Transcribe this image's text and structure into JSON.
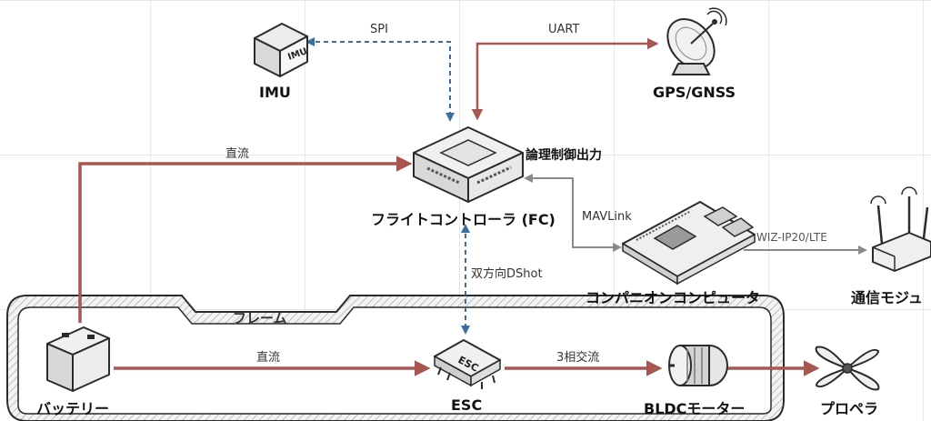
{
  "nodes": {
    "imu": "IMU",
    "gps": "GPS/GNSS",
    "fc": "フライトコントローラ (FC)",
    "fc_note": "論理制御出力",
    "companion": "コンパニオンコンピュータ",
    "comm": "通信モジュ",
    "battery": "バッテリー",
    "esc": "ESC",
    "esc_chip": "ESC",
    "motor": "BLDCモーター",
    "propeller": "プロペラ",
    "imu_chip": "IMU"
  },
  "edges": {
    "spi": "SPI",
    "uart": "UART",
    "dc_fc": "直流",
    "mavlink": "MAVLink",
    "wiz": "WIZ-IP20/LTE",
    "dshot": "双方向DShot",
    "dc_esc": "直流",
    "ac3": "3相交流"
  },
  "frame": {
    "title": "フレーム"
  },
  "colors": {
    "power": "#a8564f",
    "signal": "#3d6ea0",
    "data": "#8a8a8a",
    "outline": "#2b2b2b"
  }
}
